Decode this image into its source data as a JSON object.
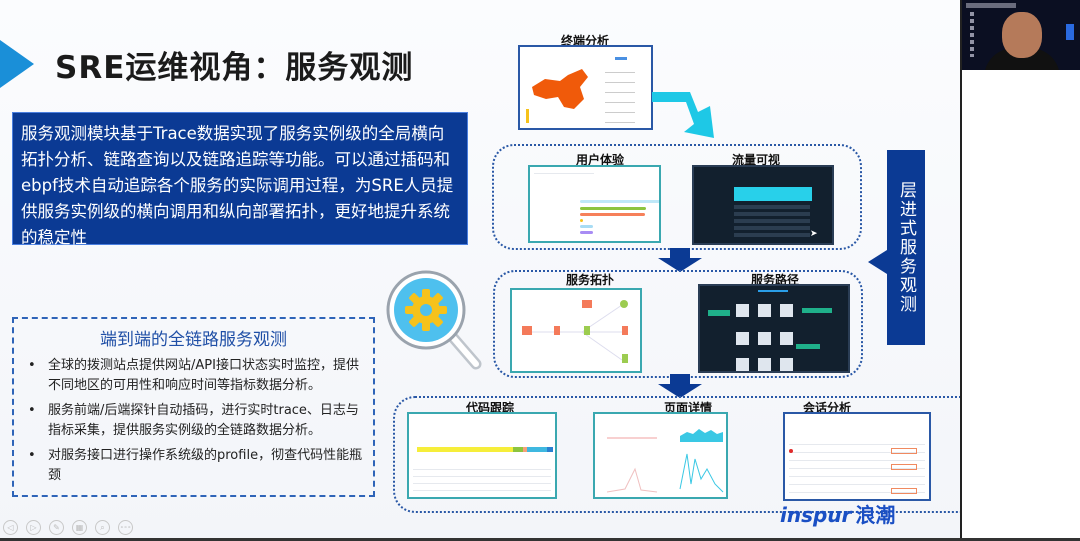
{
  "slide": {
    "title": "SRE运维视角：服务观测",
    "intro": "服务观测模块基于Trace数据实现了服务实例级的全局横向拓扑分析、链路查询以及链路追踪等功能。可以通过插码和ebpf技术自动追踪各个服务的实际调用过程，为SRE人员提供服务实例级的横向调用和纵向部署拓扑，更好地提升系统的稳定性",
    "e2e": {
      "heading": "端到端的全链路服务观测",
      "bullets": [
        "全球的拨测站点提供网站/API接口状态实时监控，提供不同地区的可用性和响应时间等指标数据分析。",
        "服务前端/后端探针自动插码，进行实时trace、日志与指标采集，提供服务实例级的全链路数据分析。",
        "对服务接口进行操作系统级的profile，彻查代码性能瓶颈"
      ]
    },
    "diagram": {
      "terminal": "终端分析",
      "user_exp": "用户体验",
      "traffic": "流量可视",
      "topology": "服务拓扑",
      "path": "服务路径",
      "code_trace": "代码跟踪",
      "page_detail": "页面详情",
      "session": "会话分析",
      "side_label": "层进式服务观测"
    },
    "logo": {
      "latin": "inspur",
      "cn": "浪潮"
    }
  },
  "toolbar": [
    {
      "icon": "prev-icon",
      "glyph": "◁"
    },
    {
      "icon": "next-icon",
      "glyph": "▷"
    },
    {
      "icon": "pen-icon",
      "glyph": "✎"
    },
    {
      "icon": "slides-grid-icon",
      "glyph": "▦"
    },
    {
      "icon": "zoom-icon",
      "glyph": "⌕"
    },
    {
      "icon": "more-icon",
      "glyph": "∘∘∘"
    }
  ],
  "colors": {
    "accent": "#0b3a94",
    "cyan": "#1ec8e6",
    "orange": "#f05a0a"
  }
}
